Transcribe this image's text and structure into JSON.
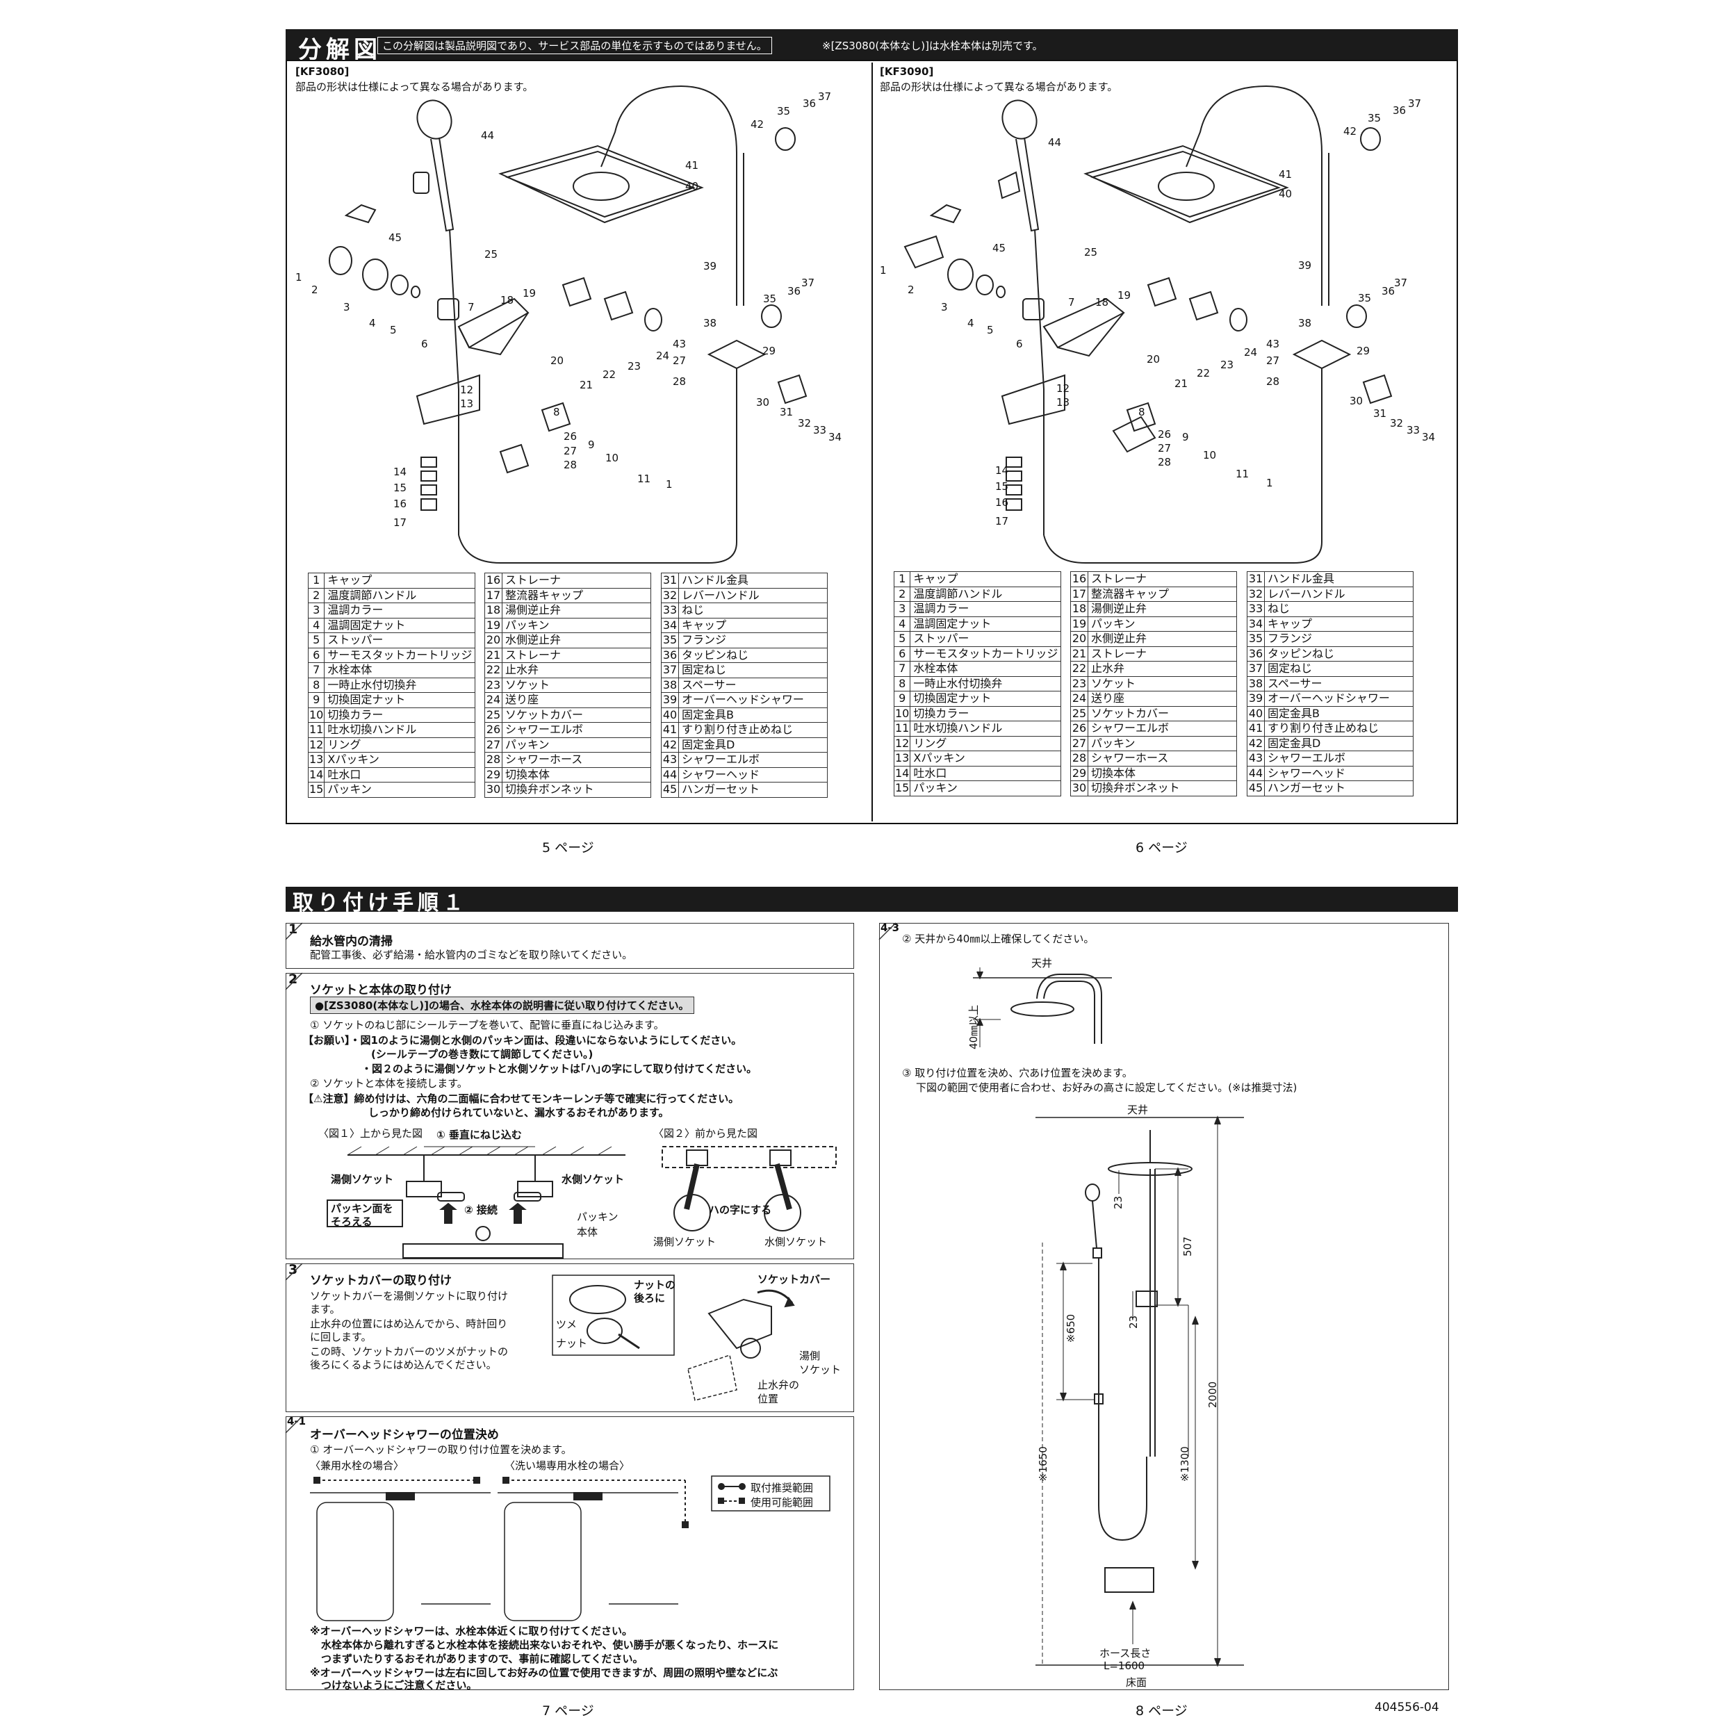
{
  "top": {
    "title": "分解図",
    "note1": "この分解図は製品説明図であり、サービス部品の単位を示すものではありません。",
    "note2": "※[ZS3080(本体なし)]は水栓本体は別売です。",
    "left_model": "[KF3080]",
    "right_model": "[KF3090]",
    "shape_note": "部品の形状は仕様によって異なる場合があります。",
    "left_page": "5 ページ",
    "right_page": "6 ページ",
    "callouts_left": [
      "44",
      "45",
      "1",
      "2",
      "3",
      "4",
      "5",
      "6",
      "7",
      "18",
      "19",
      "25",
      "20",
      "21",
      "22",
      "23",
      "24",
      "12",
      "13",
      "8",
      "26",
      "27",
      "28",
      "9",
      "10",
      "11",
      "1",
      "14",
      "15",
      "16",
      "17",
      "42",
      "35",
      "36",
      "37",
      "41",
      "40",
      "39",
      "38",
      "35",
      "36",
      "37",
      "43",
      "27",
      "28",
      "29",
      "30",
      "31",
      "32",
      "33",
      "34"
    ],
    "callouts_right": [
      "44",
      "45",
      "1",
      "2",
      "3",
      "4",
      "5",
      "6",
      "7",
      "18",
      "19",
      "25",
      "20",
      "21",
      "22",
      "23",
      "24",
      "12",
      "13",
      "8",
      "26",
      "27",
      "28",
      "9",
      "10",
      "11",
      "1",
      "14",
      "15",
      "16",
      "17",
      "42",
      "35",
      "36",
      "37",
      "41",
      "40",
      "39",
      "38",
      "35",
      "36",
      "37",
      "43",
      "27",
      "28",
      "29",
      "30",
      "31",
      "32",
      "33",
      "34"
    ]
  },
  "parts": [
    [
      "1",
      "キャップ"
    ],
    [
      "2",
      "温度調節ハンドル"
    ],
    [
      "3",
      "温調カラー"
    ],
    [
      "4",
      "温調固定ナット"
    ],
    [
      "5",
      "ストッパー"
    ],
    [
      "6",
      "サーモスタットカートリッジ"
    ],
    [
      "7",
      "水栓本体"
    ],
    [
      "8",
      "一時止水付切換弁"
    ],
    [
      "9",
      "切換固定ナット"
    ],
    [
      "10",
      "切換カラー"
    ],
    [
      "11",
      "吐水切換ハンドル"
    ],
    [
      "12",
      "リング"
    ],
    [
      "13",
      "Xパッキン"
    ],
    [
      "14",
      "吐水口"
    ],
    [
      "15",
      "パッキン"
    ],
    [
      "16",
      "ストレーナ"
    ],
    [
      "17",
      "整流器キャップ"
    ],
    [
      "18",
      "湯側逆止弁"
    ],
    [
      "19",
      "パッキン"
    ],
    [
      "20",
      "水側逆止弁"
    ],
    [
      "21",
      "ストレーナ"
    ],
    [
      "22",
      "止水弁"
    ],
    [
      "23",
      "ソケット"
    ],
    [
      "24",
      "送り座"
    ],
    [
      "25",
      "ソケットカバー"
    ],
    [
      "26",
      "シャワーエルボ"
    ],
    [
      "27",
      "パッキン"
    ],
    [
      "28",
      "シャワーホース"
    ],
    [
      "29",
      "切換本体"
    ],
    [
      "30",
      "切換弁ボンネット"
    ],
    [
      "31",
      "ハンドル金具"
    ],
    [
      "32",
      "レバーハンドル"
    ],
    [
      "33",
      "ねじ"
    ],
    [
      "34",
      "キャップ"
    ],
    [
      "35",
      "フランジ"
    ],
    [
      "36",
      "タッピンねじ"
    ],
    [
      "37",
      "固定ねじ"
    ],
    [
      "38",
      "スペーサー"
    ],
    [
      "39",
      "オーバーヘッドシャワー"
    ],
    [
      "40",
      "固定金具B"
    ],
    [
      "41",
      "すり割り付き止めねじ"
    ],
    [
      "42",
      "固定金具D"
    ],
    [
      "43",
      "シャワーエルボ"
    ],
    [
      "44",
      "シャワーヘッド"
    ],
    [
      "45",
      "ハンガーセット"
    ]
  ],
  "bottom": {
    "title": "取り付け手順１",
    "step1": {
      "no": "1",
      "title": "給水管内の清掃",
      "text": "配管工事後、必ず給湯・給水管内のゴミなどを取り除いてください。"
    },
    "step2": {
      "no": "2",
      "title": "ソケットと本体の取り付け",
      "highlight": "●[ZS3080(本体なし)]の場合、水栓本体の説明書に従い取り付けてください。",
      "l1": "① ソケットのねじ部にシールテープを巻いて、配管に垂直にねじ込みます。",
      "l2": "【お願い】・図1のように湯側と水側のパッキン面は、段違いにならないようにしてください。",
      "l3": "(シールテープの巻き数にて調節してください。)",
      "l4": "・図２のように湯側ソケットと水側ソケットは｢ハ｣の字にして取り付けてください。",
      "l5": "② ソケットと本体を接続します。",
      "l6": "【⚠注意】締め付けは、六角の二面幅に合わせてモンキーレンチ等で確実に行ってください。",
      "l7": "しっかり締め付けられていないと、漏水するおそれがあります。",
      "fig1": "〈図１〉上から見た図",
      "fig1_a": "① 垂直にねじ込む",
      "fig1_hot": "湯側ソケット",
      "fig1_cold": "水側ソケット",
      "fig1_box1": "パッキン面を",
      "fig1_box2": "そろえる",
      "fig1_b": "② 接続",
      "fig1_packing": "パッキン",
      "fig1_body": "本体",
      "fig2": "〈図２〉前から見た図",
      "fig2_ha": "ハの字にする",
      "fig2_hot": "湯側ソケット",
      "fig2_cold": "水側ソケット"
    },
    "step3": {
      "no": "3",
      "title": "ソケットカバーの取り付け",
      "t1": "ソケットカバーを湯側ソケットに取り付け",
      "t2": "ます。",
      "t3": "止水弁の位置にはめ込んでから、時計回り",
      "t4": "に回します。",
      "t5": "この時、ソケットカバーのツメがナットの",
      "t6": "後ろにくるようにはめ込んでください。",
      "f_nut_back1": "ナットの",
      "f_nut_back2": "後ろに",
      "f_cover": "ソケットカバー",
      "f_tsume": "ツメ",
      "f_nut": "ナット",
      "f_hot1": "湯側",
      "f_hot2": "ソケット",
      "f_valve1": "止水弁の",
      "f_valve2": "位置"
    },
    "step41": {
      "no": "4-1",
      "title": "オーバーヘッドシャワーの位置決め",
      "t1": "① オーバーヘッドシャワーの取り付け位置を決めます。",
      "case1": "〈兼用水栓の場合〉",
      "case2": "〈洗い場専用水栓の場合〉",
      "legend1": "取付推奨範囲",
      "legend2": "使用可能範囲",
      "n1": "※オーバーヘッドシャワーは、水栓本体近くに取り付けてください。",
      "n2": "水栓本体から離れすぎると水栓本体を接続出来ないおそれや、使い勝手が悪くなったり、ホースに",
      "n3": "つまずいたりするおそれがありますので、事前に確認してください。",
      "n4": "※オーバーヘッドシャワーは左右に回してお好みの位置で使用できますが、周囲の照明や壁などにぶ",
      "n5": "つけないようにご注意ください。"
    },
    "step43": {
      "no": "4-3",
      "t1": "② 天井から40㎜以上確保してください。",
      "ceiling": "天井",
      "dim40": "40㎜以上",
      "t2": "③ 取り付け位置を決め、穴あけ位置を決めます。",
      "t3": "下図の範囲で使用者に合わせ、お好みの高さに設定してください。(※は推奨寸法)",
      "ceiling2": "天井",
      "d23a": "23",
      "d507": "507",
      "d650": "※650",
      "d23b": "23",
      "d2000": "2000",
      "d1650": "※1650",
      "d1300": "※1300",
      "hose1": "ホース長さ",
      "hose2": "L=1600",
      "floor": "床面"
    },
    "page7": "7 ページ",
    "page8": "8 ページ",
    "docno": "404556-04"
  }
}
